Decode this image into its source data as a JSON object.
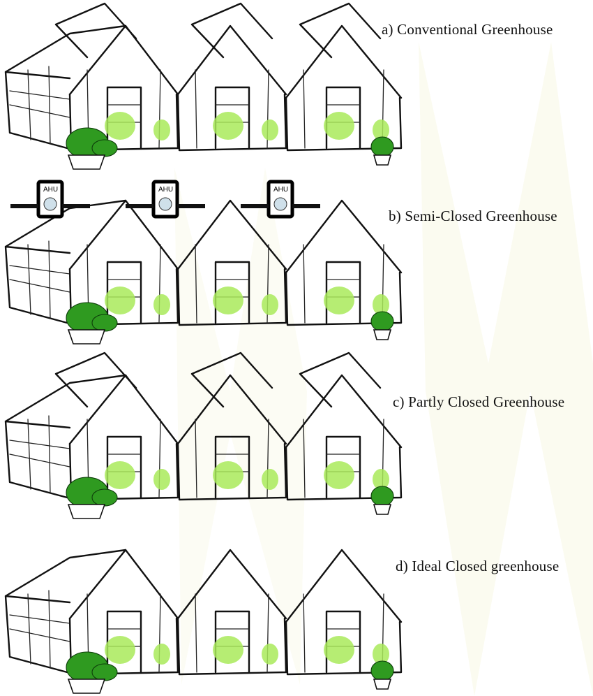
{
  "figure": {
    "panels": [
      {
        "id": "a",
        "caption": "a) Conventional Greenhouse",
        "roof_vents": true,
        "ahu_units": false
      },
      {
        "id": "b",
        "caption": "b) Semi-Closed Greenhouse",
        "roof_vents": false,
        "ahu_units": true
      },
      {
        "id": "c",
        "caption": "c) Partly Closed Greenhouse",
        "roof_vents": true,
        "ahu_units": false
      },
      {
        "id": "d",
        "caption": "d) Ideal Closed greenhouse",
        "roof_vents": false,
        "ahu_units": false
      }
    ],
    "ahu_label": "AHU",
    "colors": {
      "ink": "#111111",
      "plant_light": "#a9ea5a",
      "plant_dark": "#2f9a20",
      "background": "#ffffff",
      "watermark": "#fbfbf0"
    }
  }
}
